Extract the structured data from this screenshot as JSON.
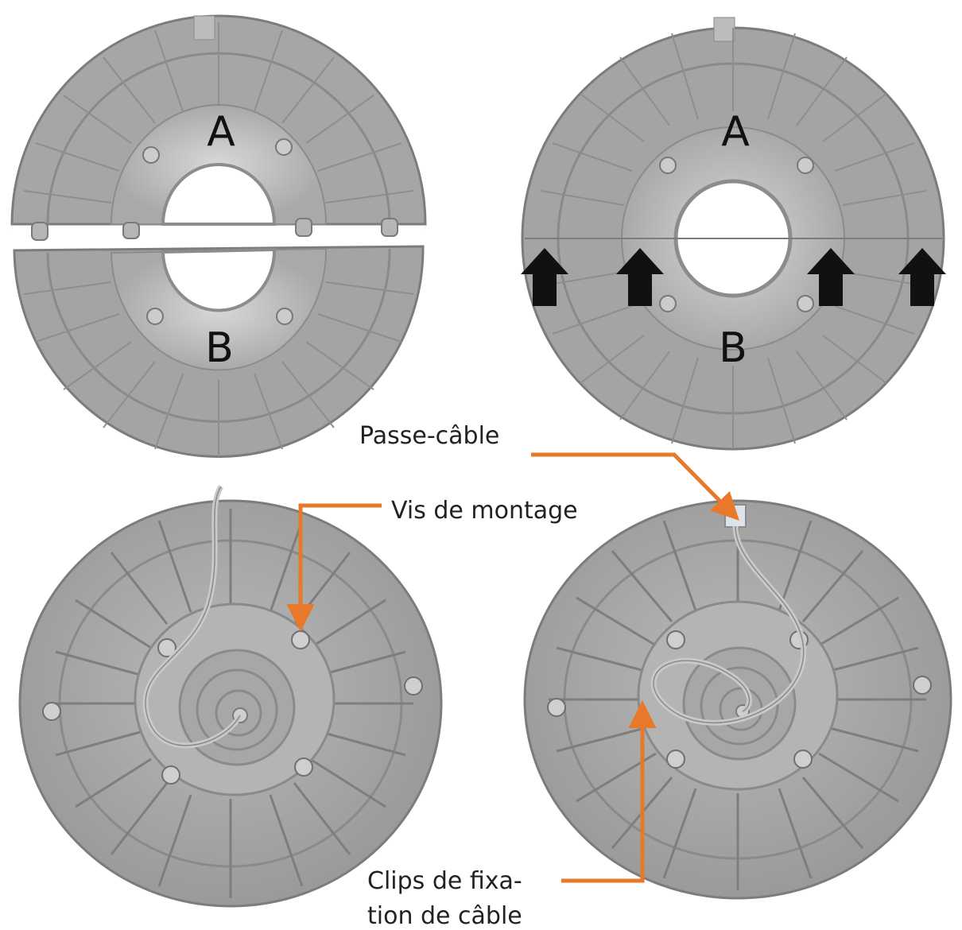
{
  "panels": {
    "top_left": {
      "upper_half_label": "A",
      "lower_half_label": "B"
    },
    "top_right": {
      "upper_half_label": "A",
      "lower_half_label": "B"
    }
  },
  "annotations": {
    "cable_pass": "Passe-câble",
    "mounting_screw": "Vis de montage",
    "cable_clip_line1": "Clips de fixa-",
    "cable_clip_line2": "tion de câble"
  },
  "colors": {
    "background": "#ffffff",
    "part": "#a4a4a4",
    "part_dark": "#7c7c7c",
    "part_light": "#cfcfcf",
    "leader": "#e8782a",
    "arrow": "#111111"
  },
  "icons": [
    "alignment-arrow-icon"
  ]
}
